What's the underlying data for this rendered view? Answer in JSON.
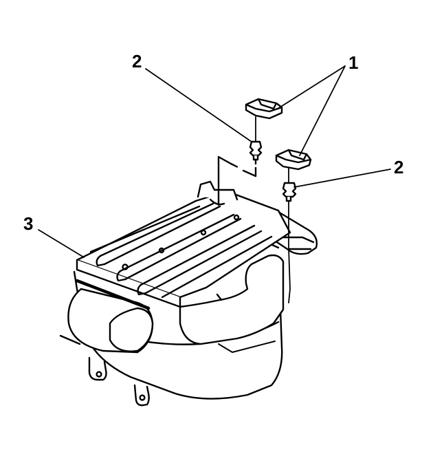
{
  "diagram": {
    "callouts": {
      "clip": "1",
      "fastener_left": "2",
      "fastener_right": "2",
      "housing": "3"
    },
    "colors": {
      "stroke": "#000000",
      "fill": "#ffffff",
      "text": "#000000"
    },
    "style": "line-art technical illustration, black on white"
  }
}
